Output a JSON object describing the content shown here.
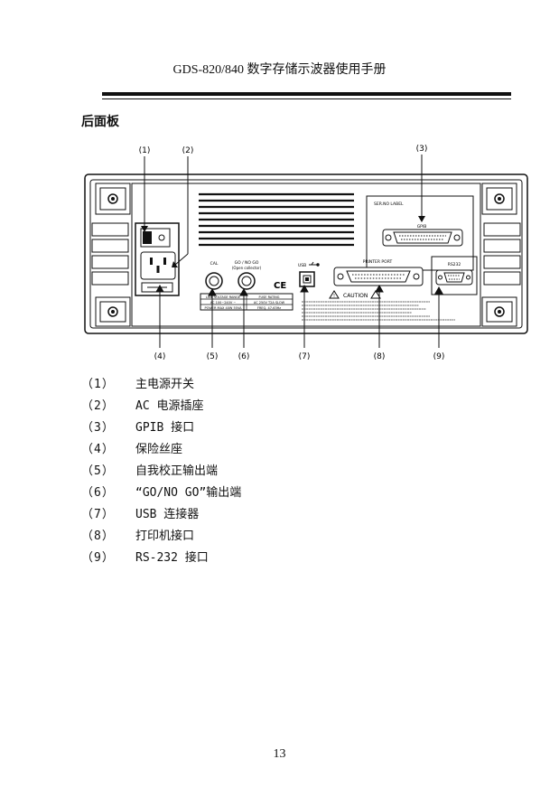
{
  "header": {
    "title": "GDS-820/840 数字存储示波器使用手册"
  },
  "section": {
    "title": "后面板"
  },
  "figure": {
    "callouts": [
      "(1)",
      "(2)",
      "(3)",
      "(4)",
      "(5)",
      "(6)",
      "(7)",
      "(8)",
      "(9)"
    ],
    "panel_labels": {
      "ser_label": "SER.NO LABEL",
      "gpib": "GPIB",
      "cal": "CAL",
      "gonogo": "GO / NO GO",
      "gonogo_sub": "(Open collector)",
      "usb": "USB",
      "printer": "PRINTER PORT",
      "rs232": "RS232",
      "caution": "CAUTION",
      "ce": "CE",
      "spec_row1": [
        "LINE VOLTAGE RANGE",
        "FUSE RATING"
      ],
      "spec_row2": [
        "AC 100~240V ~",
        "AC 250V T2A SLOW"
      ],
      "spec_row3": [
        "POWER MAX 40W 55VA",
        "FREQ. 47-63Hz"
      ]
    }
  },
  "items": [
    {
      "num": "（1）",
      "text": "主电源开关"
    },
    {
      "num": "（2）",
      "text": "AC 电源插座"
    },
    {
      "num": "（3）",
      "text": "GPIB 接口"
    },
    {
      "num": "（4）",
      "text": "保险丝座"
    },
    {
      "num": "（5）",
      "text": "自我校正输出端"
    },
    {
      "num": "（6）",
      "text": "“GO/NO GO”输出端"
    },
    {
      "num": "（7）",
      "text": "USB 连接器"
    },
    {
      "num": "（8）",
      "text": "打印机接口"
    },
    {
      "num": "（9）",
      "text": "RS-232 接口"
    }
  ],
  "footer": {
    "page_number": "13"
  }
}
